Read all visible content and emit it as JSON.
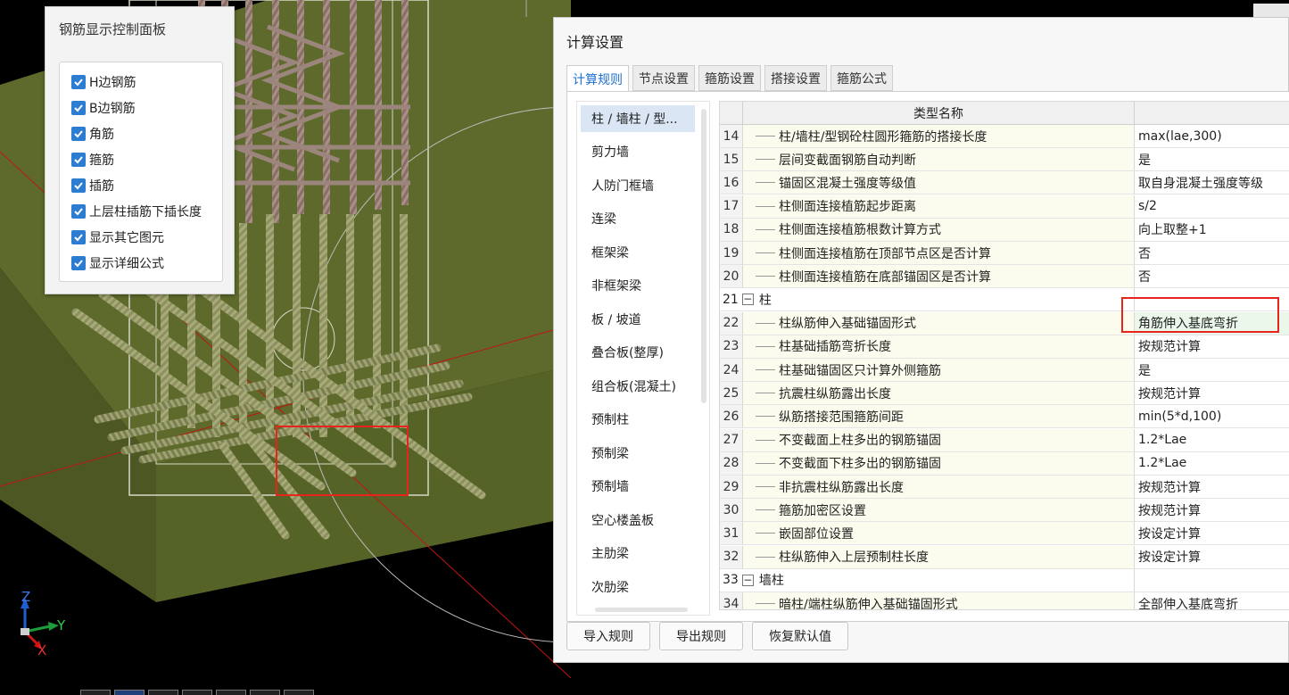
{
  "control_panel": {
    "title": "钢筋显示控制面板",
    "items": [
      {
        "label": "H边钢筋",
        "checked": true
      },
      {
        "label": "B边钢筋",
        "checked": true
      },
      {
        "label": "角筋",
        "checked": true
      },
      {
        "label": "箍筋",
        "checked": true
      },
      {
        "label": "插筋",
        "checked": true
      },
      {
        "label": "上层柱插筋下插长度",
        "checked": true
      },
      {
        "label": "显示其它图元",
        "checked": true
      },
      {
        "label": "显示详细公式",
        "checked": true
      }
    ]
  },
  "axis": {
    "z": "Z",
    "y": "Y",
    "x": "X"
  },
  "dialog": {
    "title": "计算设置",
    "tabs": [
      {
        "label": "计算规则",
        "active": true
      },
      {
        "label": "节点设置",
        "active": false
      },
      {
        "label": "箍筋设置",
        "active": false
      },
      {
        "label": "搭接设置",
        "active": false
      },
      {
        "label": "箍筋公式",
        "active": false
      }
    ],
    "categories": [
      {
        "label": "柱 / 墙柱 / 型...",
        "selected": true
      },
      {
        "label": "剪力墙"
      },
      {
        "label": "人防门框墙"
      },
      {
        "label": "连梁"
      },
      {
        "label": "框架梁"
      },
      {
        "label": "非框架梁"
      },
      {
        "label": "板 / 坡道"
      },
      {
        "label": "叠合板(整厚)"
      },
      {
        "label": "组合板(混凝土)"
      },
      {
        "label": "预制柱"
      },
      {
        "label": "预制梁"
      },
      {
        "label": "预制墙"
      },
      {
        "label": "空心楼盖板"
      },
      {
        "label": "主肋梁"
      },
      {
        "label": "次肋梁"
      }
    ],
    "grid_header": {
      "name": "类型名称",
      "value": ""
    },
    "rows": [
      {
        "num": "14",
        "name": "柱/墙柱/型钢砼柱圆形箍筋的搭接长度",
        "value": "max(lae,300)"
      },
      {
        "num": "15",
        "name": "层间变截面钢筋自动判断",
        "value": "是"
      },
      {
        "num": "16",
        "name": "锚固区混凝土强度等级值",
        "value": "取自身混凝土强度等级"
      },
      {
        "num": "17",
        "name": "柱侧面连接植筋起步距离",
        "value": "s/2"
      },
      {
        "num": "18",
        "name": "柱侧面连接植筋根数计算方式",
        "value": "向上取整+1"
      },
      {
        "num": "19",
        "name": "柱侧面连接植筋在顶部节点区是否计算",
        "value": "否"
      },
      {
        "num": "20",
        "name": "柱侧面连接植筋在底部锚固区是否计算",
        "value": "否"
      },
      {
        "num": "21",
        "name": "柱",
        "value": "",
        "group": true
      },
      {
        "num": "22",
        "name": "柱纵筋伸入基础锚固形式",
        "value": "角筋伸入基底弯折",
        "highlight": true
      },
      {
        "num": "23",
        "name": "柱基础插筋弯折长度",
        "value": "按规范计算"
      },
      {
        "num": "24",
        "name": "柱基础锚固区只计算外侧箍筋",
        "value": "是"
      },
      {
        "num": "25",
        "name": "抗震柱纵筋露出长度",
        "value": "按规范计算"
      },
      {
        "num": "26",
        "name": "纵筋搭接范围箍筋间距",
        "value": "min(5*d,100)"
      },
      {
        "num": "27",
        "name": "不变截面上柱多出的钢筋锚固",
        "value": "1.2*Lae"
      },
      {
        "num": "28",
        "name": "不变截面下柱多出的钢筋锚固",
        "value": "1.2*Lae"
      },
      {
        "num": "29",
        "name": "非抗震柱纵筋露出长度",
        "value": "按规范计算"
      },
      {
        "num": "30",
        "name": "箍筋加密区设置",
        "value": "按规范计算"
      },
      {
        "num": "31",
        "name": "嵌固部位设置",
        "value": "按设定计算"
      },
      {
        "num": "32",
        "name": "柱纵筋伸入上层预制柱长度",
        "value": "按设定计算"
      },
      {
        "num": "33",
        "name": "墙柱",
        "value": "",
        "group": true
      },
      {
        "num": "34",
        "name": "暗柱/端柱纵筋伸入基础锚固形式",
        "value": "全部伸入基底弯折"
      }
    ],
    "buttons": [
      {
        "label": "导入规则"
      },
      {
        "label": "导出规则"
      },
      {
        "label": "恢复默认值"
      }
    ]
  },
  "colors": {
    "accent": "#2c7cd2",
    "tab_active_text": "#1f6fcf",
    "highlight_border": "#e8231b",
    "foundation": "#5c6b2a"
  }
}
